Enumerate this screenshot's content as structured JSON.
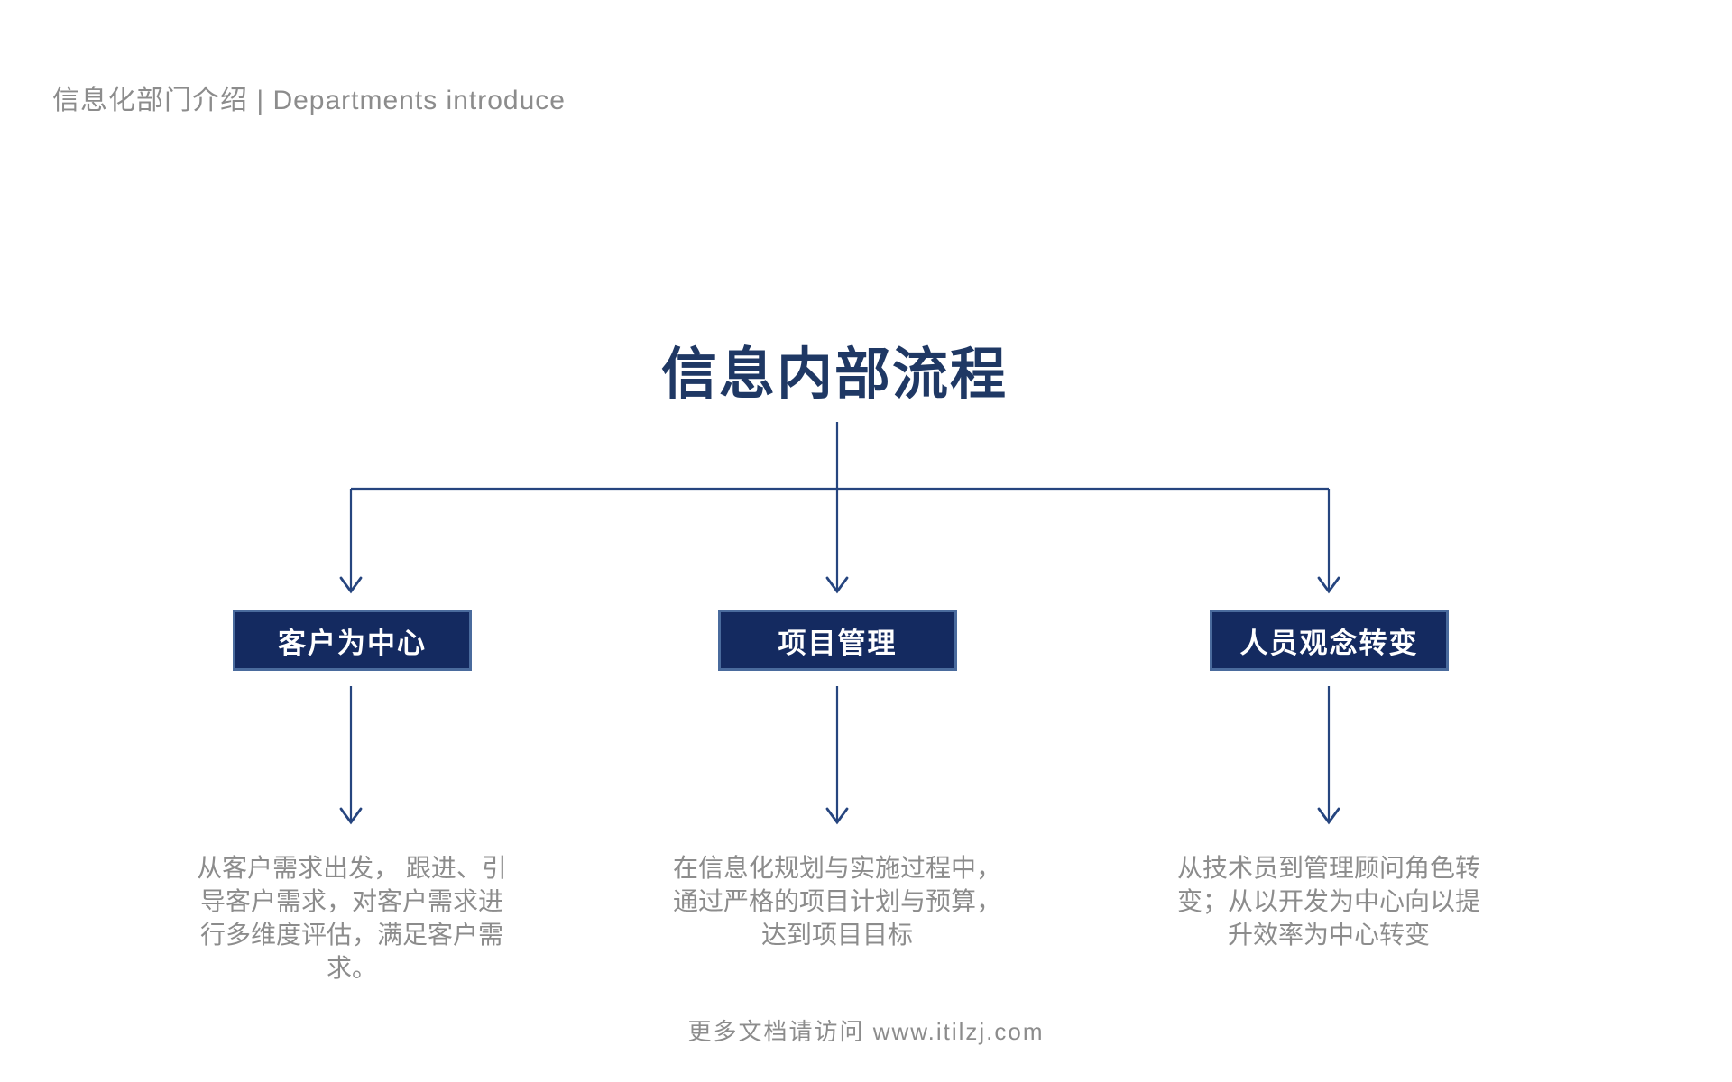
{
  "header": {
    "label": "信息化部门介绍 | Departments introduce"
  },
  "title": "信息内部流程",
  "diagram": {
    "nodes": [
      {
        "label": "客户为中心",
        "description": "从客户需求出发， 跟进、引\n导客户需求，对客户需求进\n行多维度评估，满足客户需\n求。"
      },
      {
        "label": "项目管理",
        "description": "在信息化规划与实施过程中，\n通过严格的项目计划与预算，\n达到项目目标"
      },
      {
        "label": "人员观念转变",
        "description": "从技术员到管理顾问角色转\n变；从以开发为中心向以提\n升效率为中心转变"
      }
    ]
  },
  "footer": {
    "label": "更多文档请访问 www.itilzj.com"
  },
  "colors": {
    "title_navy": "#1F3864",
    "box_fill": "#142A60",
    "box_border": "#4A6B9D",
    "connector": "#26457F",
    "gray_text": "#8C8C8C",
    "background": "#FFFFFF"
  }
}
